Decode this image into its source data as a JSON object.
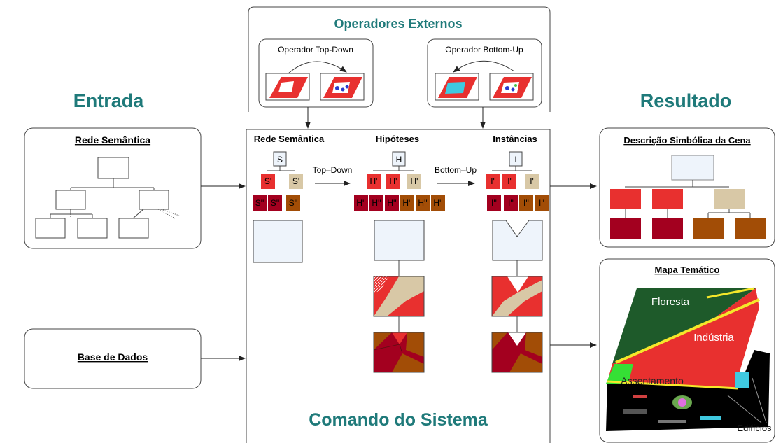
{
  "entrada": "Entrada",
  "resultado": "Resultado",
  "operadores_externos": {
    "title": "Operadores Externos",
    "top_down": "Operador Top-Down",
    "bottom_up": "Operador Bottom-Up"
  },
  "rede_semantica_box": {
    "title": "Rede Semântica"
  },
  "base_de_dados_box": {
    "title": "Base de Dados"
  },
  "sistema": {
    "col_rede": "Rede Semântica",
    "col_hipoteses": "Hipóteses",
    "col_instancias": "Instâncias",
    "arrow_top_down": "Top–Down",
    "arrow_bottom_up": "Bottom–Up",
    "footer": "Comando do Sistema",
    "s_root": "S",
    "s_mid": "S'",
    "s_leaf": "S''",
    "h_root": "H",
    "h_mid": "H'",
    "h_leaf": "H''",
    "i_root": "I",
    "i_mid": "I'",
    "i_leaf": "I''"
  },
  "descricao": {
    "title": "Descrição Simbólica da Cena"
  },
  "mapa": {
    "title": "Mapa Temático",
    "floresta": "Floresta",
    "industria": "Indústria",
    "assentamento": "Assentamento",
    "edificios": "Edifícios"
  },
  "colors": {
    "teal": "#1f7a7a",
    "light_blue": "#eef4fb",
    "red": "#e8302f",
    "dark_red": "#a3001f",
    "tan": "#d8c8a6",
    "brown": "#a24d06",
    "forest": "#1e5a2a",
    "yellow": "#f5e72a"
  }
}
